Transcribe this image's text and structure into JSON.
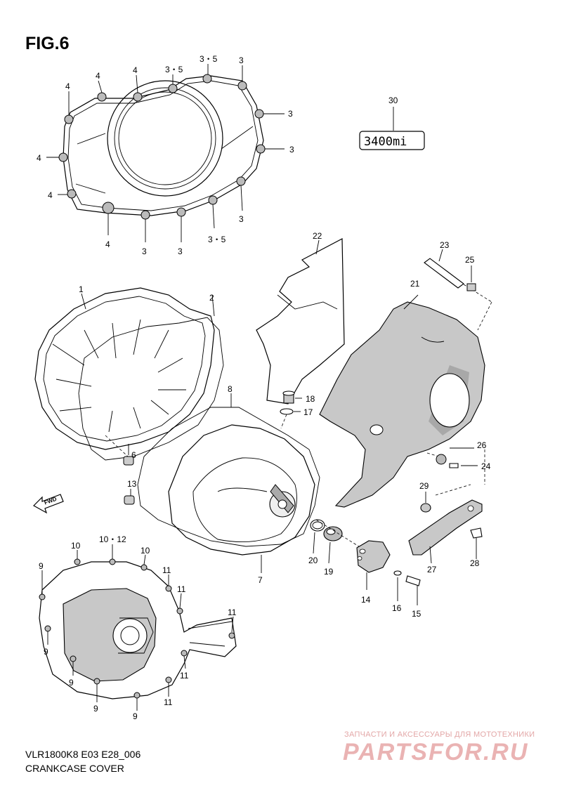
{
  "figure": {
    "title": "FIG.6",
    "model_code": "VLR1800K8 E03 E28_006",
    "section_name": "CRANKCASE COVER"
  },
  "watermark": {
    "caption": "ЗАПЧАСТИ И АКСЕССУАРЫ ДЛЯ МОТОТЕХНИКИ",
    "logo_text": "PARTSFOR.RU"
  },
  "mileage_label": "3400mi",
  "callouts": {
    "c1": "1",
    "c2": "2",
    "c3": "3",
    "c4": "4",
    "c6": "6",
    "c7": "7",
    "c8": "8",
    "c9": "9",
    "c10": "10",
    "c11": "11",
    "c13": "13",
    "c14": "14",
    "c15": "15",
    "c16": "16",
    "c17": "17",
    "c18": "18",
    "c19": "19",
    "c20": "20",
    "c21": "21",
    "c22": "22",
    "c23": "23",
    "c24": "24",
    "c25": "25",
    "c26": "26",
    "c27": "27",
    "c28": "28",
    "c29": "29",
    "c30": "30",
    "c3_5": "3・5",
    "c10_12": "10・12"
  },
  "direction_arrow": "FWD"
}
